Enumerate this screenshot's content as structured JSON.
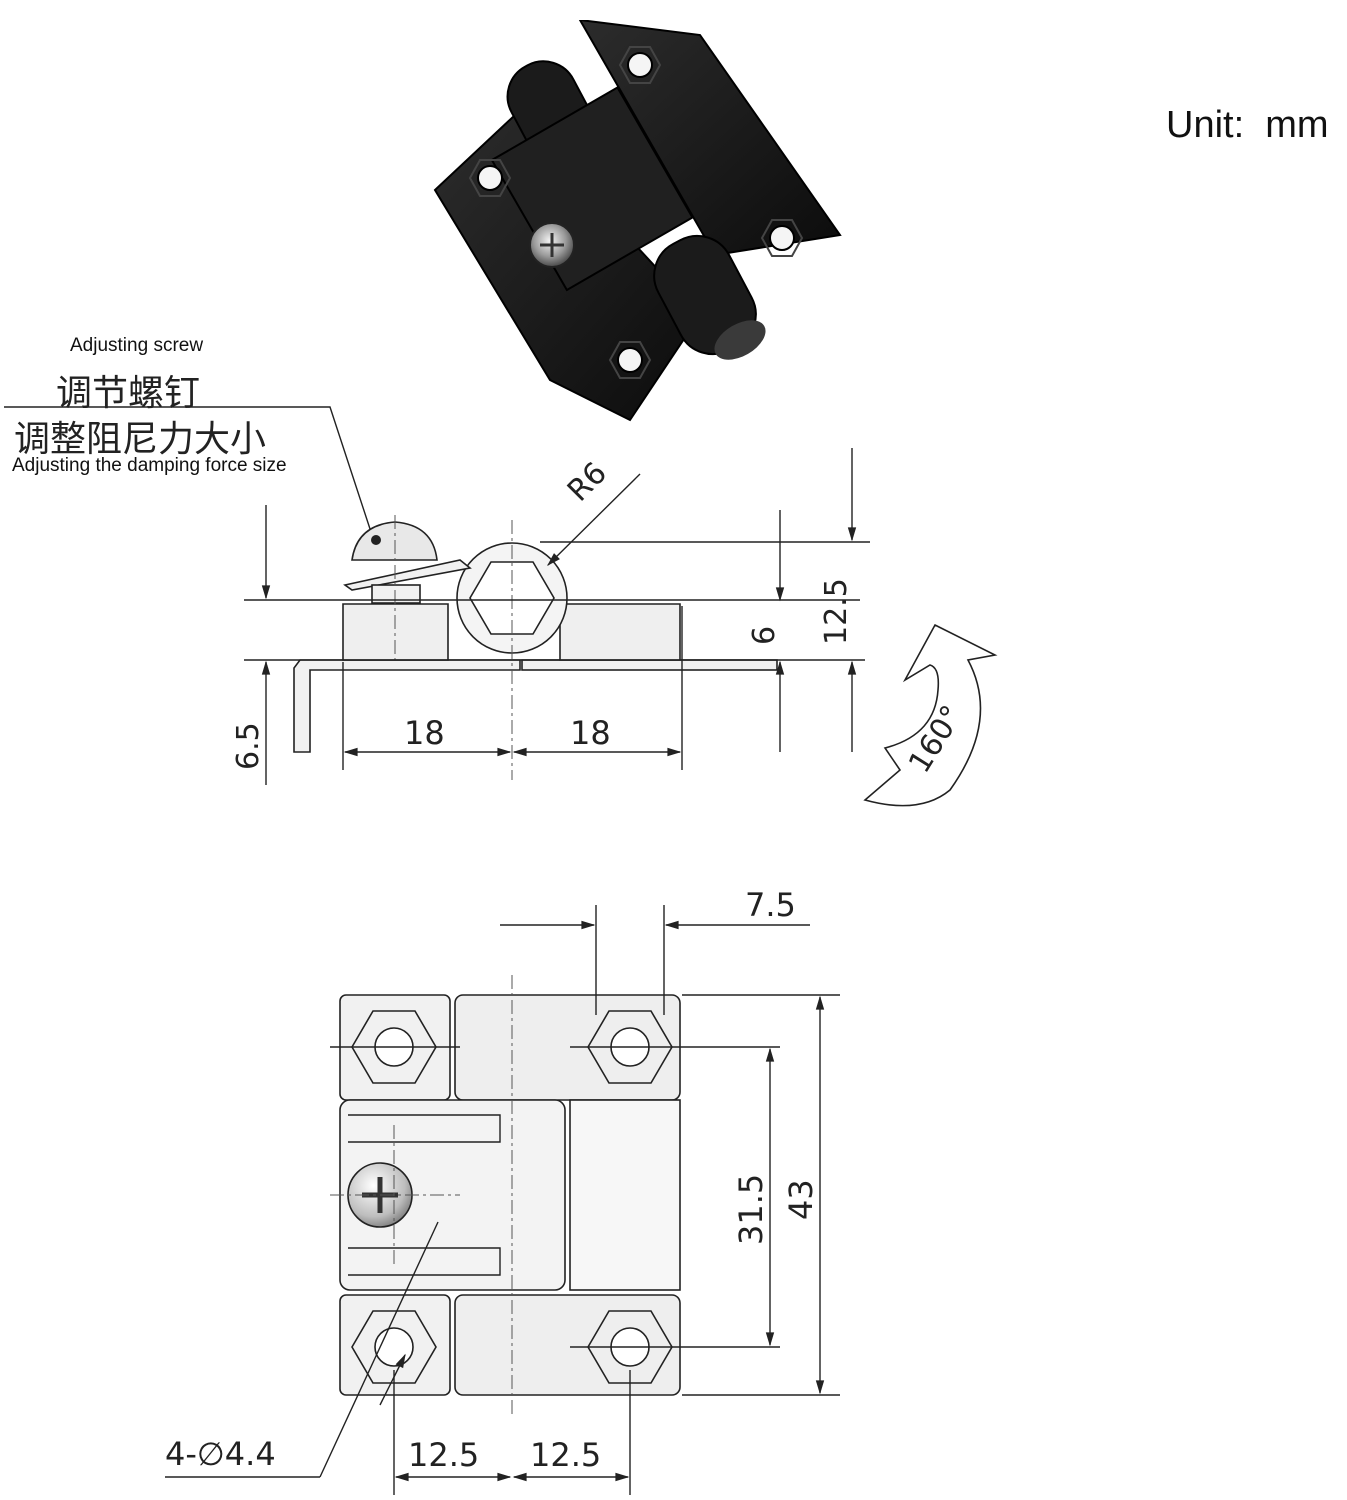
{
  "unit_label": "Unit:  mm",
  "callouts": {
    "adjusting_screw_en": "Adjusting screw",
    "adjusting_screw_cn": "调节螺钉",
    "damping_cn": "调整阻尼力大小",
    "damping_en": "Adjusting the damping force size"
  },
  "side_view": {
    "radius": "R6",
    "dim_screw_height": "6.5",
    "dim_left_width": "18",
    "dim_right_width": "18",
    "dim_leaf_height": "6",
    "dim_total_height": "12.5",
    "rotation": "160°"
  },
  "front_view": {
    "dim_hole_offset": "7.5",
    "dim_hole_spacing": "31.5",
    "dim_total_length": "43",
    "dim_hole_label": "4-∅4.4",
    "dim_hole_x_left": "12.5",
    "dim_hole_x_right": "12.5"
  },
  "colors": {
    "hinge_body": "#141414",
    "hinge_highlight": "#3a3a3a",
    "drawing_fill": "#f1f1f1",
    "drawing_line": "#222222"
  }
}
